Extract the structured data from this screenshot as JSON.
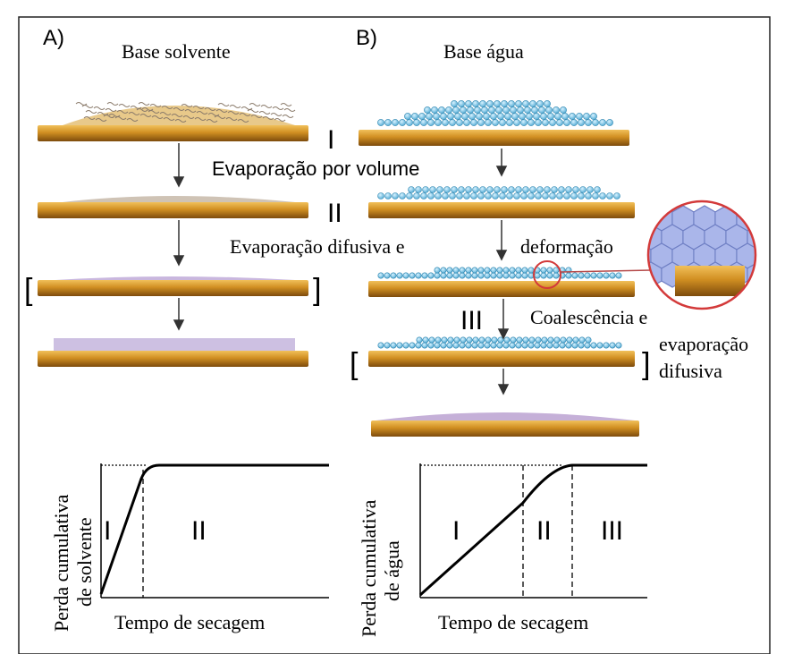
{
  "panel_a": {
    "letter": "A)",
    "title": "Base solvente",
    "stage_marks": [
      "I",
      "II",
      "[",
      "]"
    ],
    "graph": {
      "ylabel_line1": "Perda cumulativa",
      "ylabel_line2": "de solvente",
      "xlabel": "Tempo de secagem",
      "regions": [
        "I",
        "II"
      ]
    }
  },
  "panel_b": {
    "letter": "B)",
    "title": "Base água",
    "stage_marks": [
      "III",
      "[",
      "]"
    ],
    "annotations": {
      "evap_volume": "Evaporação por volume",
      "evap_difusiva": "Evaporação difusiva e",
      "deformacao": "deformação",
      "coalescencia": "Coalescência e",
      "evaporacao": "evaporação",
      "difusiva": "difusiva"
    },
    "graph": {
      "ylabel_line1": "Perda cumulativa",
      "ylabel_line2": "de água",
      "xlabel": "Tempo de secagem",
      "regions": [
        "I",
        "II",
        "III"
      ]
    }
  },
  "colors": {
    "substrate": "#c8861e",
    "substrate_dark": "#7a4a0a",
    "water_particle": "#7cc8e6",
    "solvent_film": "#e8c98a",
    "dried_film": "#c9b7de",
    "zoom_circle": "#d33a3a",
    "hexagon": "#aab6ea"
  }
}
